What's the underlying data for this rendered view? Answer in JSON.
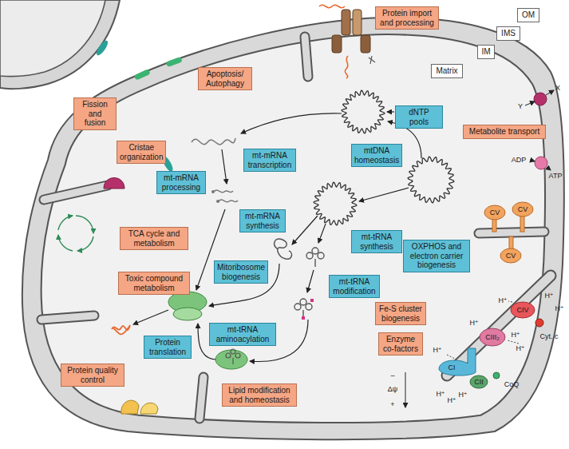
{
  "diagram": {
    "nodes": [
      {
        "text": [
          "Protein import and processing"
        ]
      },
      {
        "text": [
          "Fission and fusion"
        ]
      },
      {
        "text": [
          "Apoptosis/ Autophagy"
        ]
      },
      {
        "text": [
          "OM"
        ]
      },
      {
        "text": [
          "IMS"
        ]
      },
      {
        "text": [
          "IM"
        ]
      },
      {
        "text": [
          "Matrix"
        ]
      },
      {
        "text": [
          "Metabolite transport"
        ]
      },
      {
        "text": [
          "dNTP pools"
        ]
      },
      {
        "text": [
          "mtDNA homeostasis"
        ]
      },
      {
        "text": [
          "mt-mRNA transcription"
        ]
      },
      {
        "text": [
          "Cristae organization"
        ]
      },
      {
        "text": [
          "mt-mRNA processing"
        ]
      },
      {
        "text": [
          "mt-mRNA synthesis"
        ]
      },
      {
        "text": [
          "mt-tRNA synthesis"
        ]
      },
      {
        "text": [
          "TCA cycle and metabolism"
        ]
      },
      {
        "text": [
          "Mitoribosome biogenesis"
        ]
      },
      {
        "text": [
          "OXPHOS and electron carrier biogenesis"
        ]
      },
      {
        "text": [
          "Toxic compound metabolism"
        ]
      },
      {
        "text": [
          "mt-tRNA modification"
        ]
      },
      {
        "text": [
          "Fe-S cluster biogenesis"
        ]
      },
      {
        "text": [
          "mt-tRNA aminoacylation"
        ]
      },
      {
        "text": [
          "Enzyme co-factors"
        ]
      },
      {
        "text": [
          "Protein translation"
        ]
      },
      {
        "text": [
          "Protein quality control"
        ]
      },
      {
        "text": [
          "Lipid modification and homeostasis"
        ]
      }
    ],
    "labels": [
      "Y",
      "X",
      "ADP",
      "ATP",
      "CV",
      "CV",
      "CV",
      "CIV",
      "H⁺",
      "H⁺",
      "H⁺",
      "Cyt. c",
      "CIII₂",
      "H⁺",
      "H⁺",
      "H⁺",
      "CII",
      "CoQ",
      "CI",
      "H⁺",
      "H⁺",
      "H⁺",
      "H⁺",
      "–",
      "Δψ",
      "+"
    ]
  }
}
